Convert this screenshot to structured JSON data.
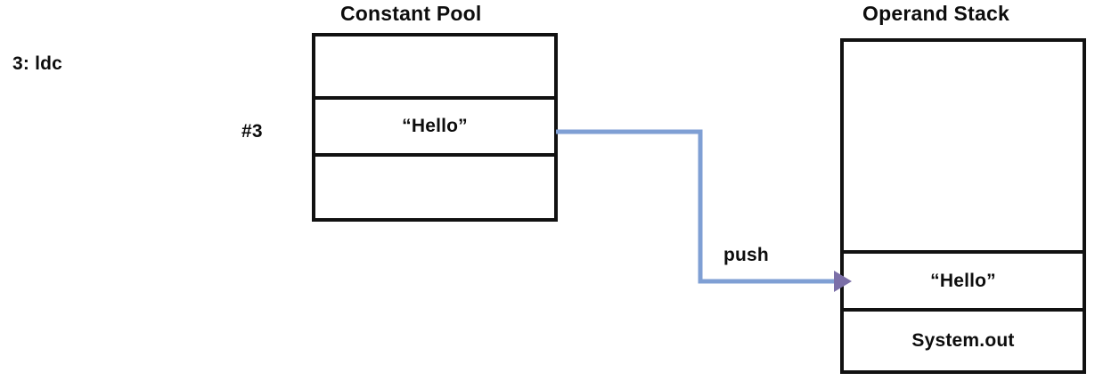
{
  "diagram": {
    "title_constant_pool": "Constant Pool",
    "title_operand_stack": "Operand Stack",
    "instruction_label": "3: ldc",
    "constant_pool_index_label": "#3",
    "edge_label": "push",
    "colors": {
      "stroke": "#111111",
      "text": "#0d0d0d",
      "background": "#ffffff",
      "connector_line": "#7f9fd4",
      "connector_arrowhead": "#7b6fa8"
    },
    "constant_pool": {
      "rows": [
        {
          "value": ""
        },
        {
          "value": "“Hello”"
        },
        {
          "value": ""
        }
      ]
    },
    "operand_stack": {
      "rows": [
        {
          "value": ""
        },
        {
          "value": "“Hello”"
        },
        {
          "value": "System.out"
        }
      ]
    }
  }
}
